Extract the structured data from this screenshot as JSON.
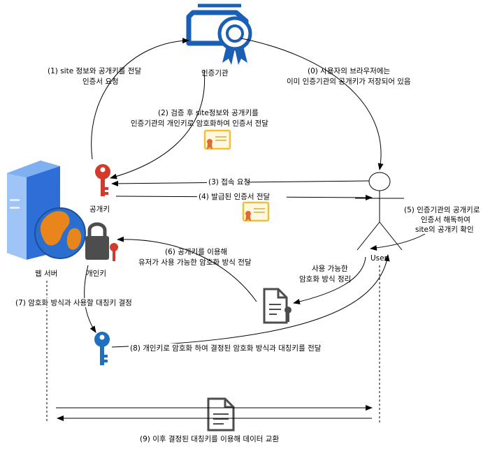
{
  "nodes": {
    "ca": "인증기관",
    "server": "웹 서버",
    "public_key": "공개키",
    "private_key": "개인키",
    "user": "User"
  },
  "steps": {
    "s0": [
      "(0) 사용자의 브라우저에는",
      "이미 인증기관의 공개키가 저장되어 있음"
    ],
    "s1": [
      "(1) site 정보와 공개키를 전달",
      "인증서 요청"
    ],
    "s2": [
      "(2) 검증 후 site정보와 공개키를",
      "인증기관의 개인키로 암호화하여 인증서 전달"
    ],
    "s3": "(3) 접속 요청",
    "s4": "(4) 발급된 인증서 전달",
    "s5": [
      "(5) 인증기관의 공개키로",
      "인증서 해독하여",
      "site의 공개키 확인"
    ],
    "s6": [
      "(6) 공개키를 이용해",
      "유저가 사용 가능한 암호화 방식 전달"
    ],
    "s6b": [
      "사용 가능한",
      "암호화 방식 정리"
    ],
    "s7": "(7) 암호화 방식과 사용할 대칭키 결정",
    "s8": "(8) 개인키로 암호화 하여 결정된 암호화 방식과 대칭키를 전달",
    "s9": "(9) 이후 결정된 대칭키를 이용해 데이터 교환"
  },
  "colors": {
    "ca_blue": "#1a5fb4",
    "key_red": "#d33a2c",
    "key_blue": "#1f6fbf",
    "lock_gray": "#4d4d4d",
    "cert_gold": "#f2c037",
    "server_blue": "#2d6fd6"
  },
  "icons": [
    "certificate-authority-icon",
    "server-icon",
    "globe-icon",
    "red-key-icon",
    "lock-icon",
    "blue-key-icon",
    "certificate-icon",
    "document-key-icon",
    "document-icon",
    "user-stick-figure"
  ]
}
